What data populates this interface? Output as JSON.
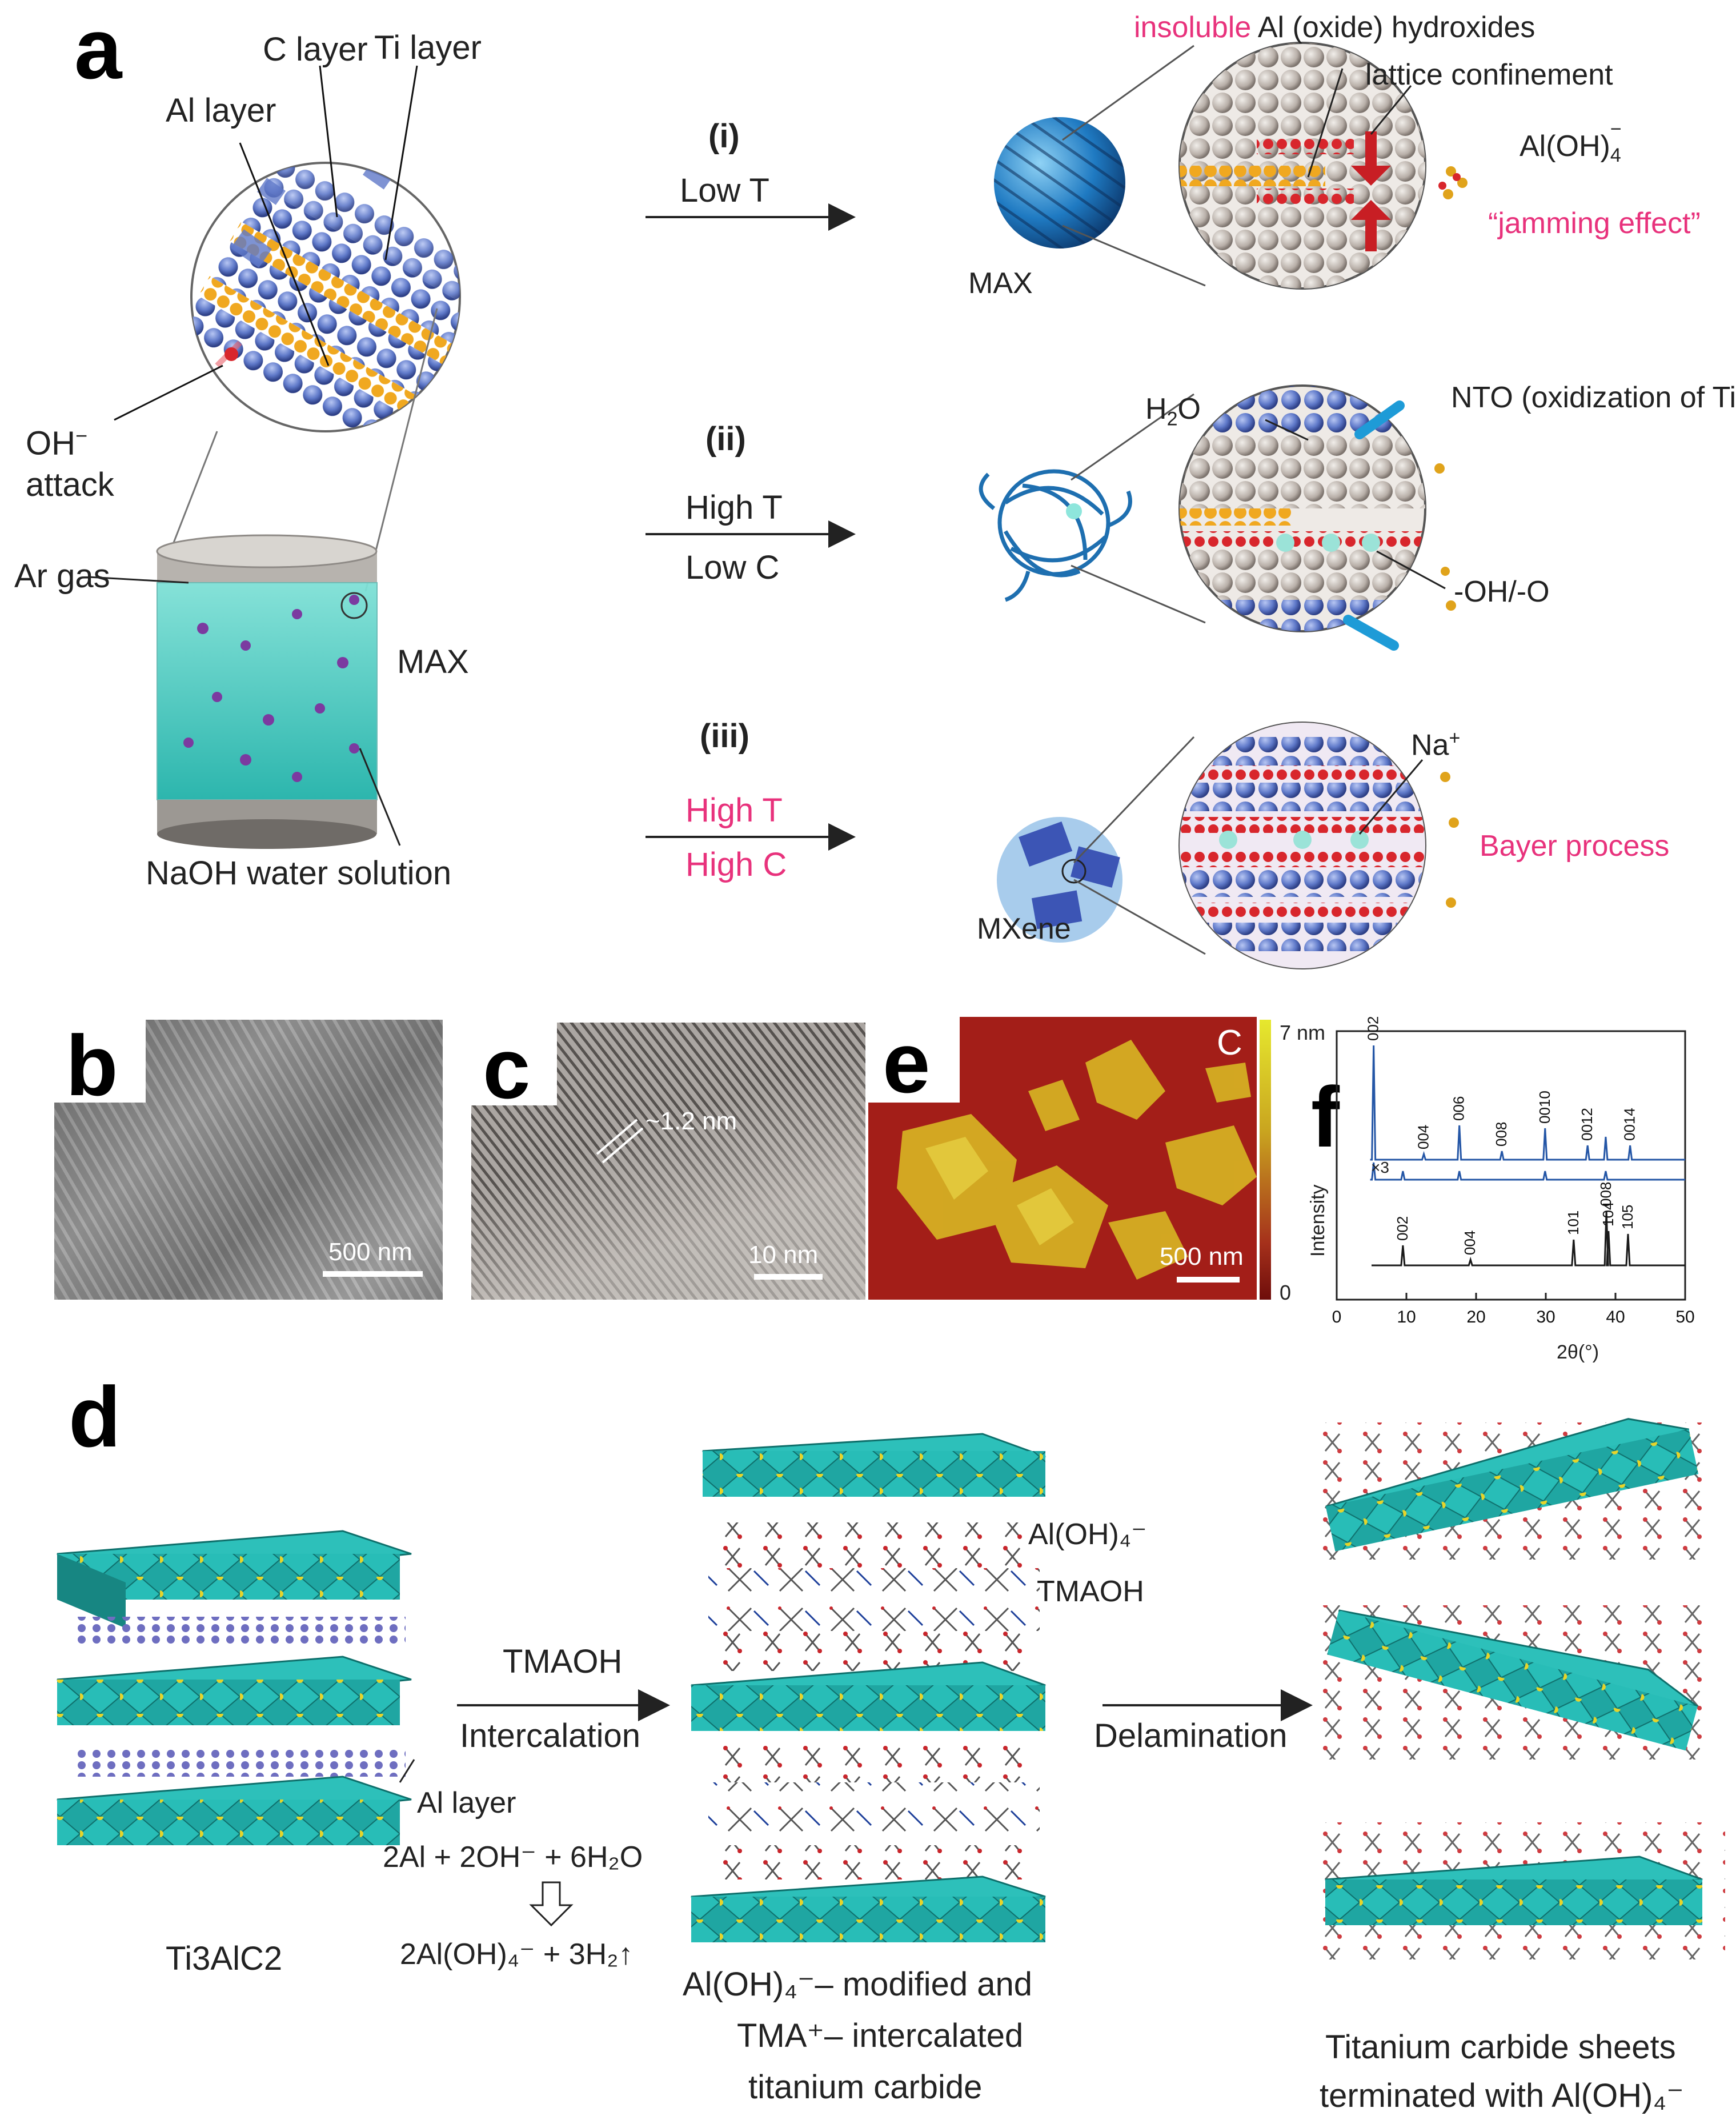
{
  "figure": {
    "panel_a": {
      "letter": "a",
      "c_layer": "C layer",
      "ti_layer": "Ti layer",
      "al_layer": "Al layer",
      "oh": "OH",
      "oh_sup": "−",
      "attack": "attack",
      "ar_gas": "Ar gas",
      "max": "MAX",
      "naoh": "NaOH water solution",
      "route_i": "(i)",
      "route_i_cond": "Low T",
      "route_ii": "(ii)",
      "route_ii_cond1": "High T",
      "route_ii_cond2": "Low C",
      "route_iii": "(iii)",
      "route_iii_cond1": "High T",
      "route_iii_cond2": "High C",
      "insoluble_pink": "insoluble",
      "insoluble_rest": "Al (oxide) hydroxides",
      "lattice": "lattice confinement",
      "aloh4": "Al(OH)",
      "aloh4_sub": "4",
      "aloh4_sup": "−",
      "jamming": "“jamming effect”",
      "max_label": "MAX",
      "h2o": "H",
      "h2o_sub": "2",
      "h2o_end": "O",
      "nto": "NTO (oxidization of Ti)",
      "oh_o": "-OH/-O",
      "na": "Na",
      "na_sup": "+",
      "bayer": "Bayer process",
      "mxene": "MXene"
    },
    "panel_b": {
      "letter": "b",
      "scale": "500 nm"
    },
    "panel_c": {
      "letter": "c",
      "spacing": "~1.2 nm",
      "scale": "10 nm"
    },
    "panel_e": {
      "letter": "e",
      "corner": "C",
      "scale": "500 nm",
      "cbar_max": "7 nm",
      "cbar_min": "0"
    },
    "panel_f": {
      "letter": "f"
    },
    "panel_d": {
      "letter": "d",
      "tmaoh": "TMAOH",
      "intercalation": "Intercalation",
      "delamination": "Delamination",
      "al_layer": "Al layer",
      "ti3alc2": "Ti3AlC2",
      "eq1": "2Al + 2OH⁻ + 6H₂O",
      "eq2": "2Al(OH)₄⁻ + 3H₂↑",
      "aloh4_label": "Al(OH)₄⁻",
      "tmaoh_label": "TMAOH",
      "mid_caption_1": "Al(OH)₄⁻– modified and",
      "mid_caption_2": "TMA⁺– intercalated",
      "mid_caption_3": "titanium carbide",
      "right_caption_1": "Titanium carbide sheets",
      "right_caption_2": "terminated with Al(OH)₄⁻"
    },
    "colors": {
      "ti": "#5f79c9",
      "al": "#e8a21f",
      "c": "#d9a8d8",
      "teal": "#1fa6a2",
      "pink": "#e8327c",
      "water": "#3fc9c0",
      "yellow": "#e6d42a"
    }
  },
  "chart_data": {
    "type": "line",
    "xlabel": "2θ(°)",
    "ylabel": "Intensity",
    "xlim": [
      0,
      50
    ],
    "xticks": [
      0,
      10,
      20,
      30,
      40,
      50
    ],
    "annotation": "×3",
    "series": [
      {
        "peaks_2theta": [
          5.3,
          12.5,
          17.6,
          23.7,
          29.9,
          36.0,
          38.6,
          42.1
        ],
        "peak_labels": [
          "002",
          "004",
          "006",
          "008",
          "0010",
          "0012",
          "",
          "0014"
        ]
      },
      {
        "peaks_2theta": [
          5.3,
          9.5,
          17.6,
          29.9,
          38.6
        ]
      },
      {
        "peaks_2theta": [
          9.5,
          19.2,
          34.0,
          38.7,
          39.0,
          41.8
        ],
        "peak_labels": [
          "002",
          "004",
          "101",
          "008",
          "104",
          "105"
        ]
      }
    ]
  }
}
